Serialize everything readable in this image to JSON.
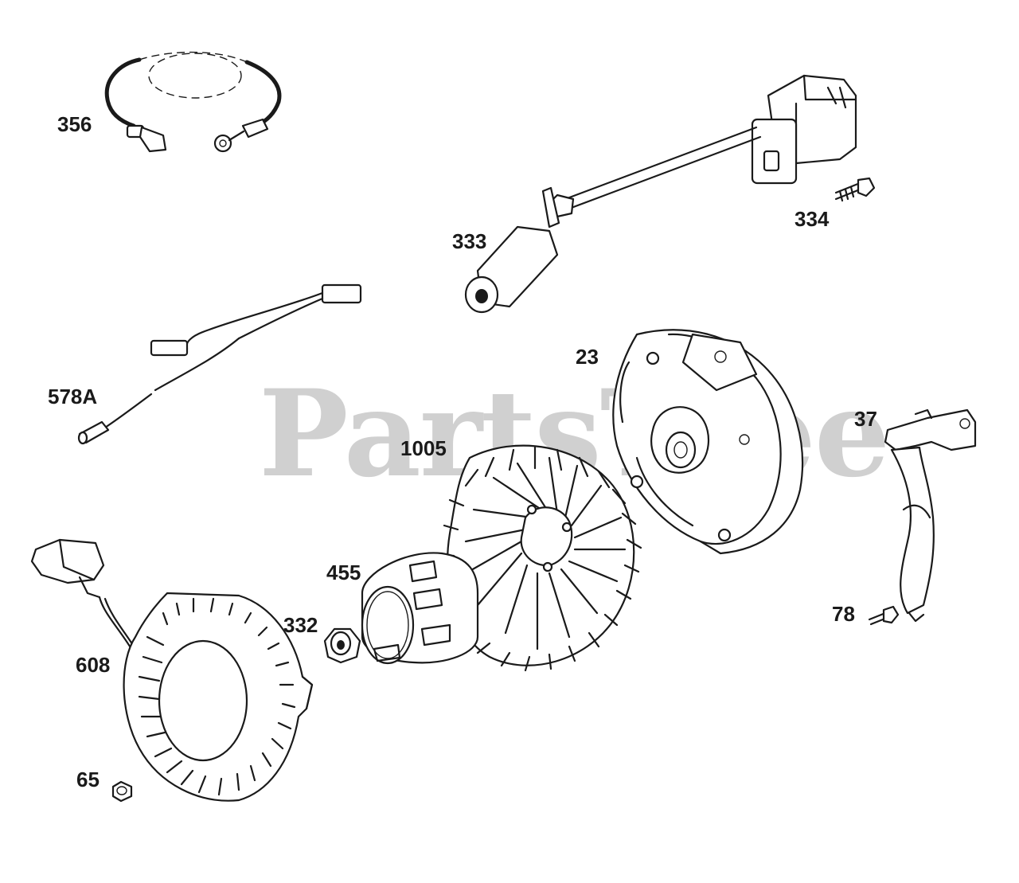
{
  "watermark": {
    "text": "PartsTree",
    "trademark": "™"
  },
  "callouts": {
    "p356": "356",
    "p334": "334",
    "p333": "333",
    "p578a": "578A",
    "p23": "23",
    "p37": "37",
    "p1005": "1005",
    "p455": "455",
    "p332": "332",
    "p608": "608",
    "p78": "78",
    "p65": "65"
  },
  "colors": {
    "line": "#1a1a1a",
    "watermark": "#c8c8c8",
    "background": "#ffffff"
  }
}
